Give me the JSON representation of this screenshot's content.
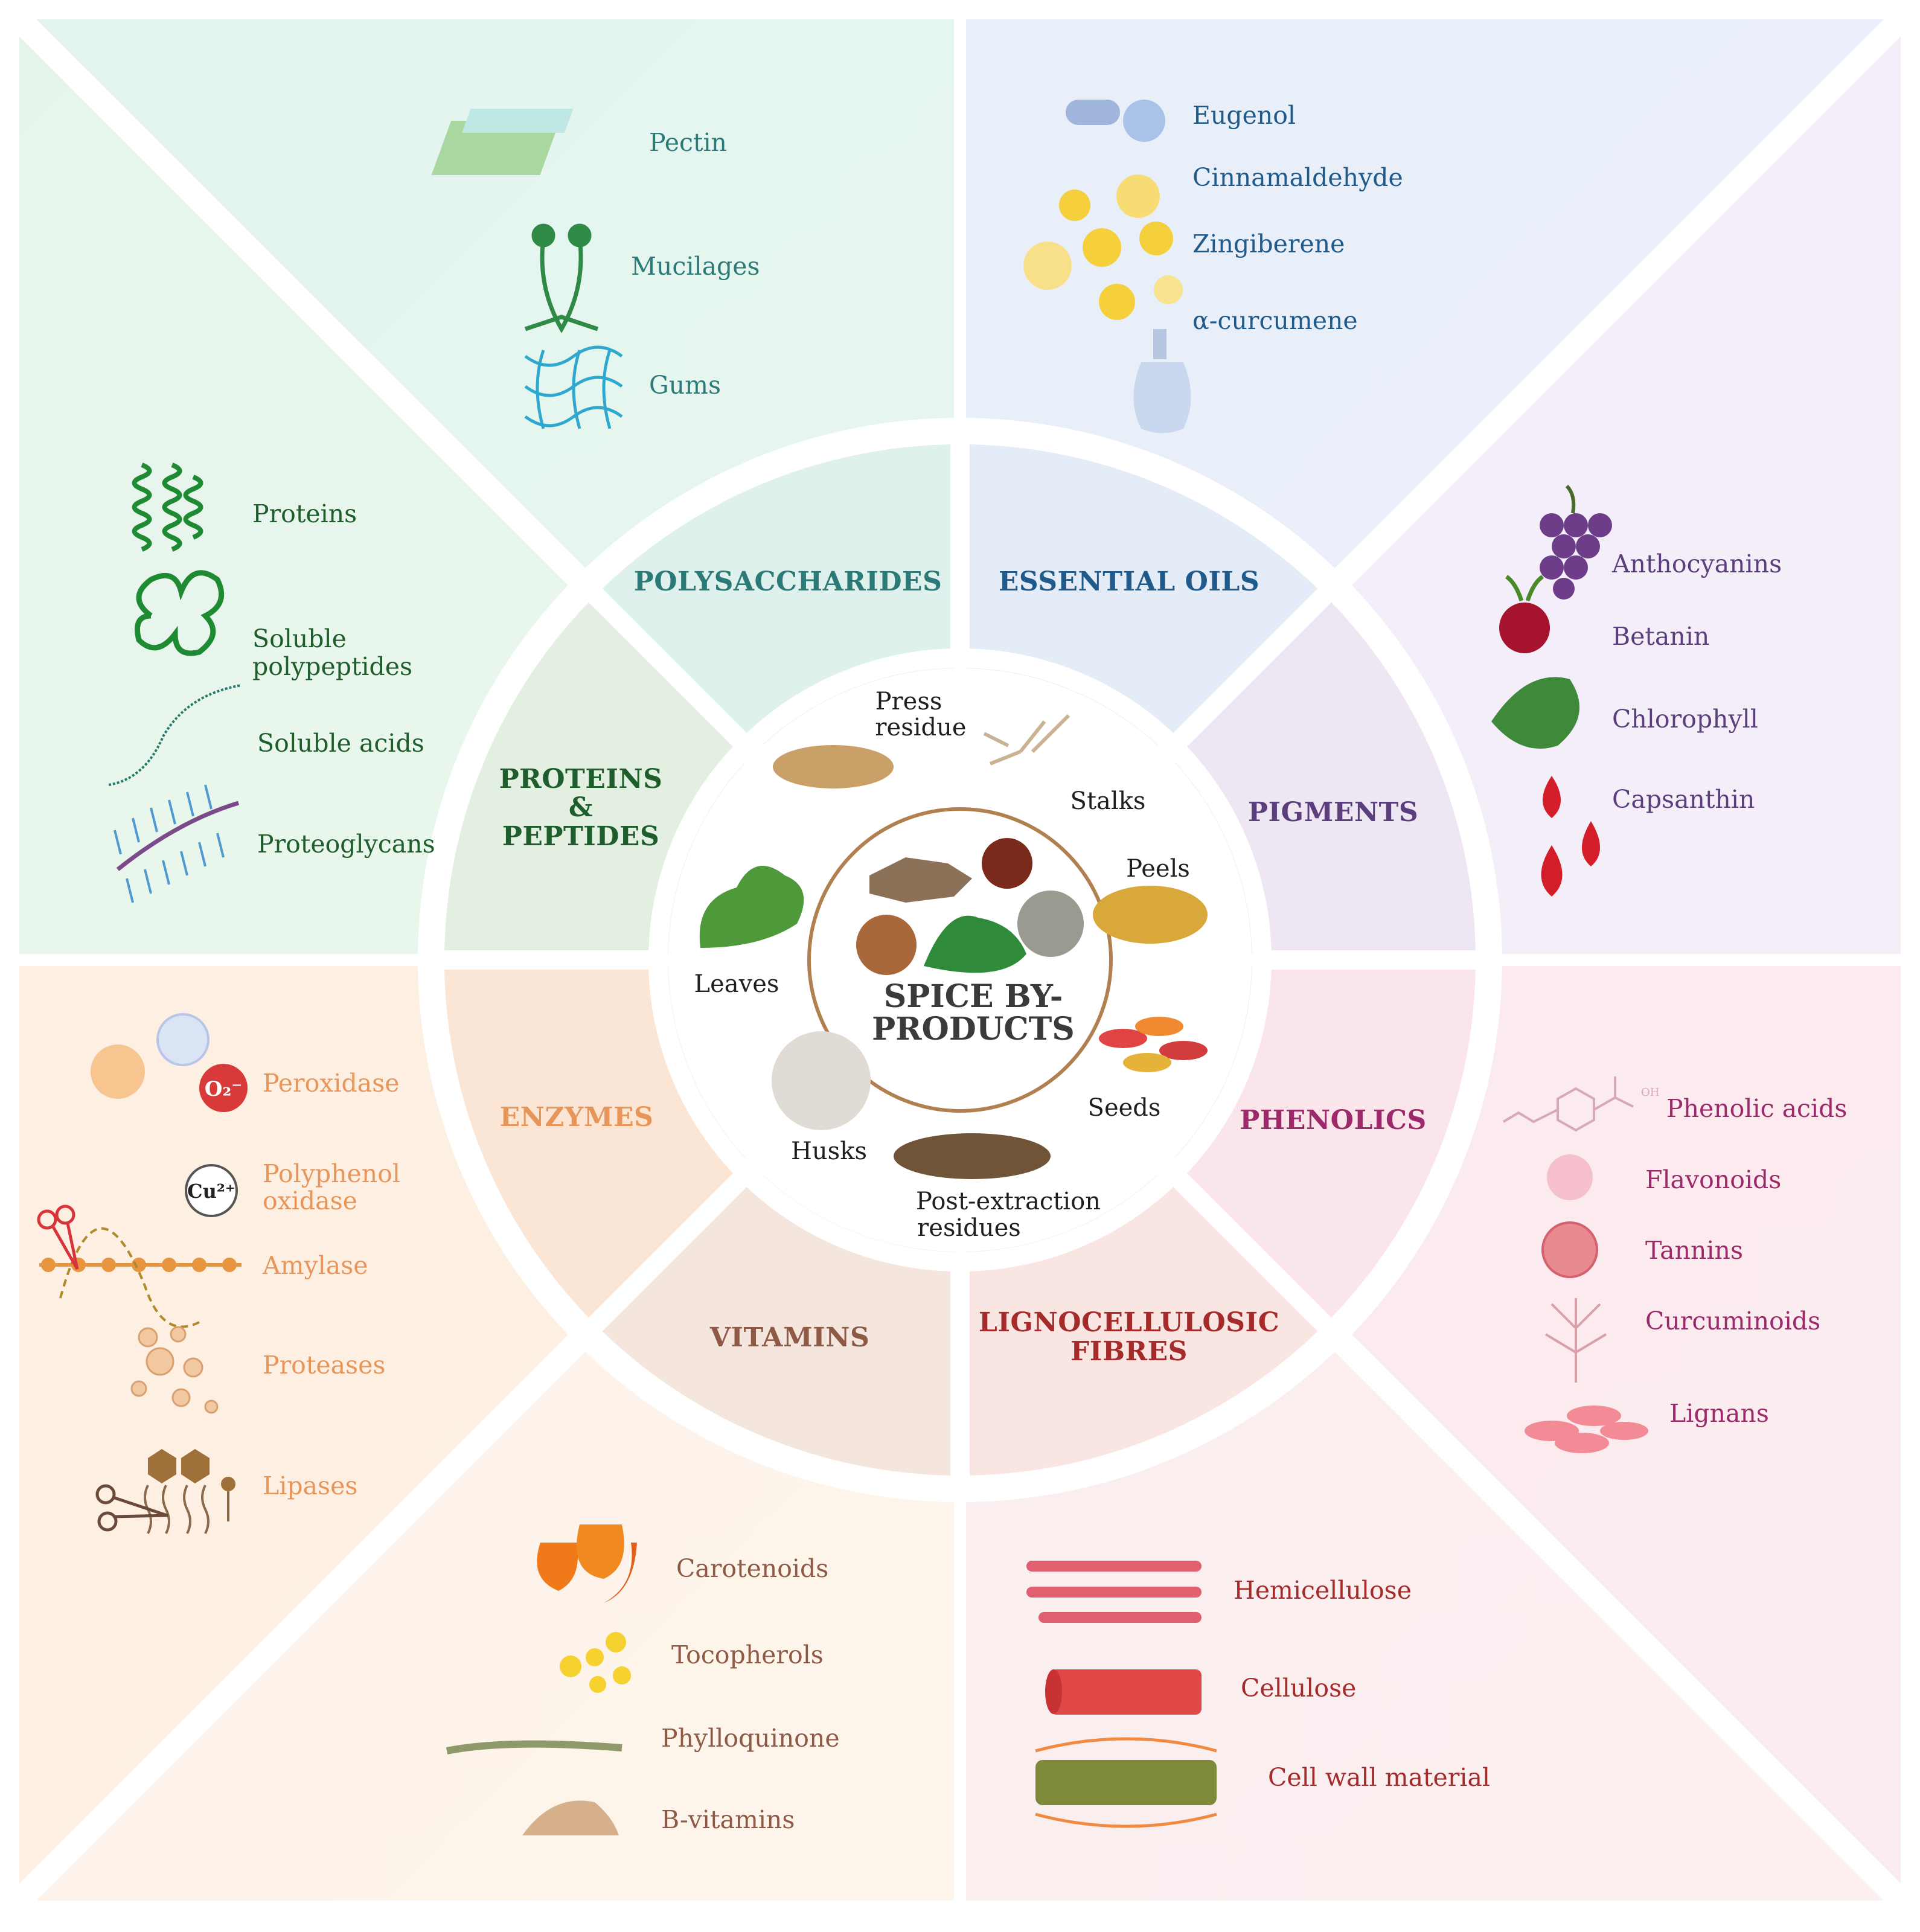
{
  "colors": {
    "polysaccharides": "#2b7a78",
    "essential_oils": "#1f5a8a",
    "pigments": "#5b3f7d",
    "proteins": "#1d5e2c",
    "enzymes": "#e8955a",
    "vitamins": "#8e5a45",
    "lignocellulosic": "#a52a2a",
    "phenolics": "#9c2a6a",
    "center_ring": "#b08050"
  },
  "center": {
    "title_line1": "SPICE BY-",
    "title_line2": "PRODUCTS"
  },
  "byproducts": {
    "press_residue_1": "Press",
    "press_residue_2": "residue",
    "stalks": "Stalks",
    "peels": "Peels",
    "seeds": "Seeds",
    "post_extraction_1": "Post-extraction",
    "post_extraction_2": "residues",
    "husks": "Husks",
    "leaves": "Leaves"
  },
  "categories": {
    "polysaccharides": "POLYSACCHARIDES",
    "essential_oils": "ESSENTIAL OILS",
    "pigments": "PIGMENTS",
    "phenolics": "PHENOLICS",
    "lignocellulosic_1": "LIGNOCELLULOSIC",
    "lignocellulosic_2": "FIBRES",
    "vitamins": "VITAMINS",
    "enzymes": "ENZYMES",
    "proteins_1": "PROTEINS",
    "proteins_2": "&",
    "proteins_3": "PEPTIDES"
  },
  "items": {
    "polysaccharides": [
      "Pectin",
      "Mucilages",
      "Gums"
    ],
    "essential_oils": [
      "Eugenol",
      "Cinnamaldehyde",
      "Zingiberene",
      "α-curcumene"
    ],
    "pigments": [
      "Anthocyanins",
      "Betanin",
      "Chlorophyll",
      "Capsanthin"
    ],
    "phenolics": [
      "Phenolic acids",
      "Flavonoids",
      "Tannins",
      "Curcuminoids",
      "Lignans"
    ],
    "lignocellulosic": [
      "Hemicellulose",
      "Cellulose",
      "Cell wall material"
    ],
    "vitamins": [
      "Carotenoids",
      "Tocopherols",
      "Phylloquinone",
      "B-vitamins"
    ],
    "enzymes": [
      "Peroxidase",
      "Polyphenol",
      "oxidase",
      "Amylase",
      "Proteases",
      "Lipases"
    ],
    "proteins": [
      "Proteins",
      "Soluble",
      "polypeptides",
      "Soluble acids",
      "Proteoglycans"
    ]
  },
  "icon_text": {
    "superoxide": "O₂⁻",
    "copper": "Cu²⁺",
    "oh": "OH"
  }
}
